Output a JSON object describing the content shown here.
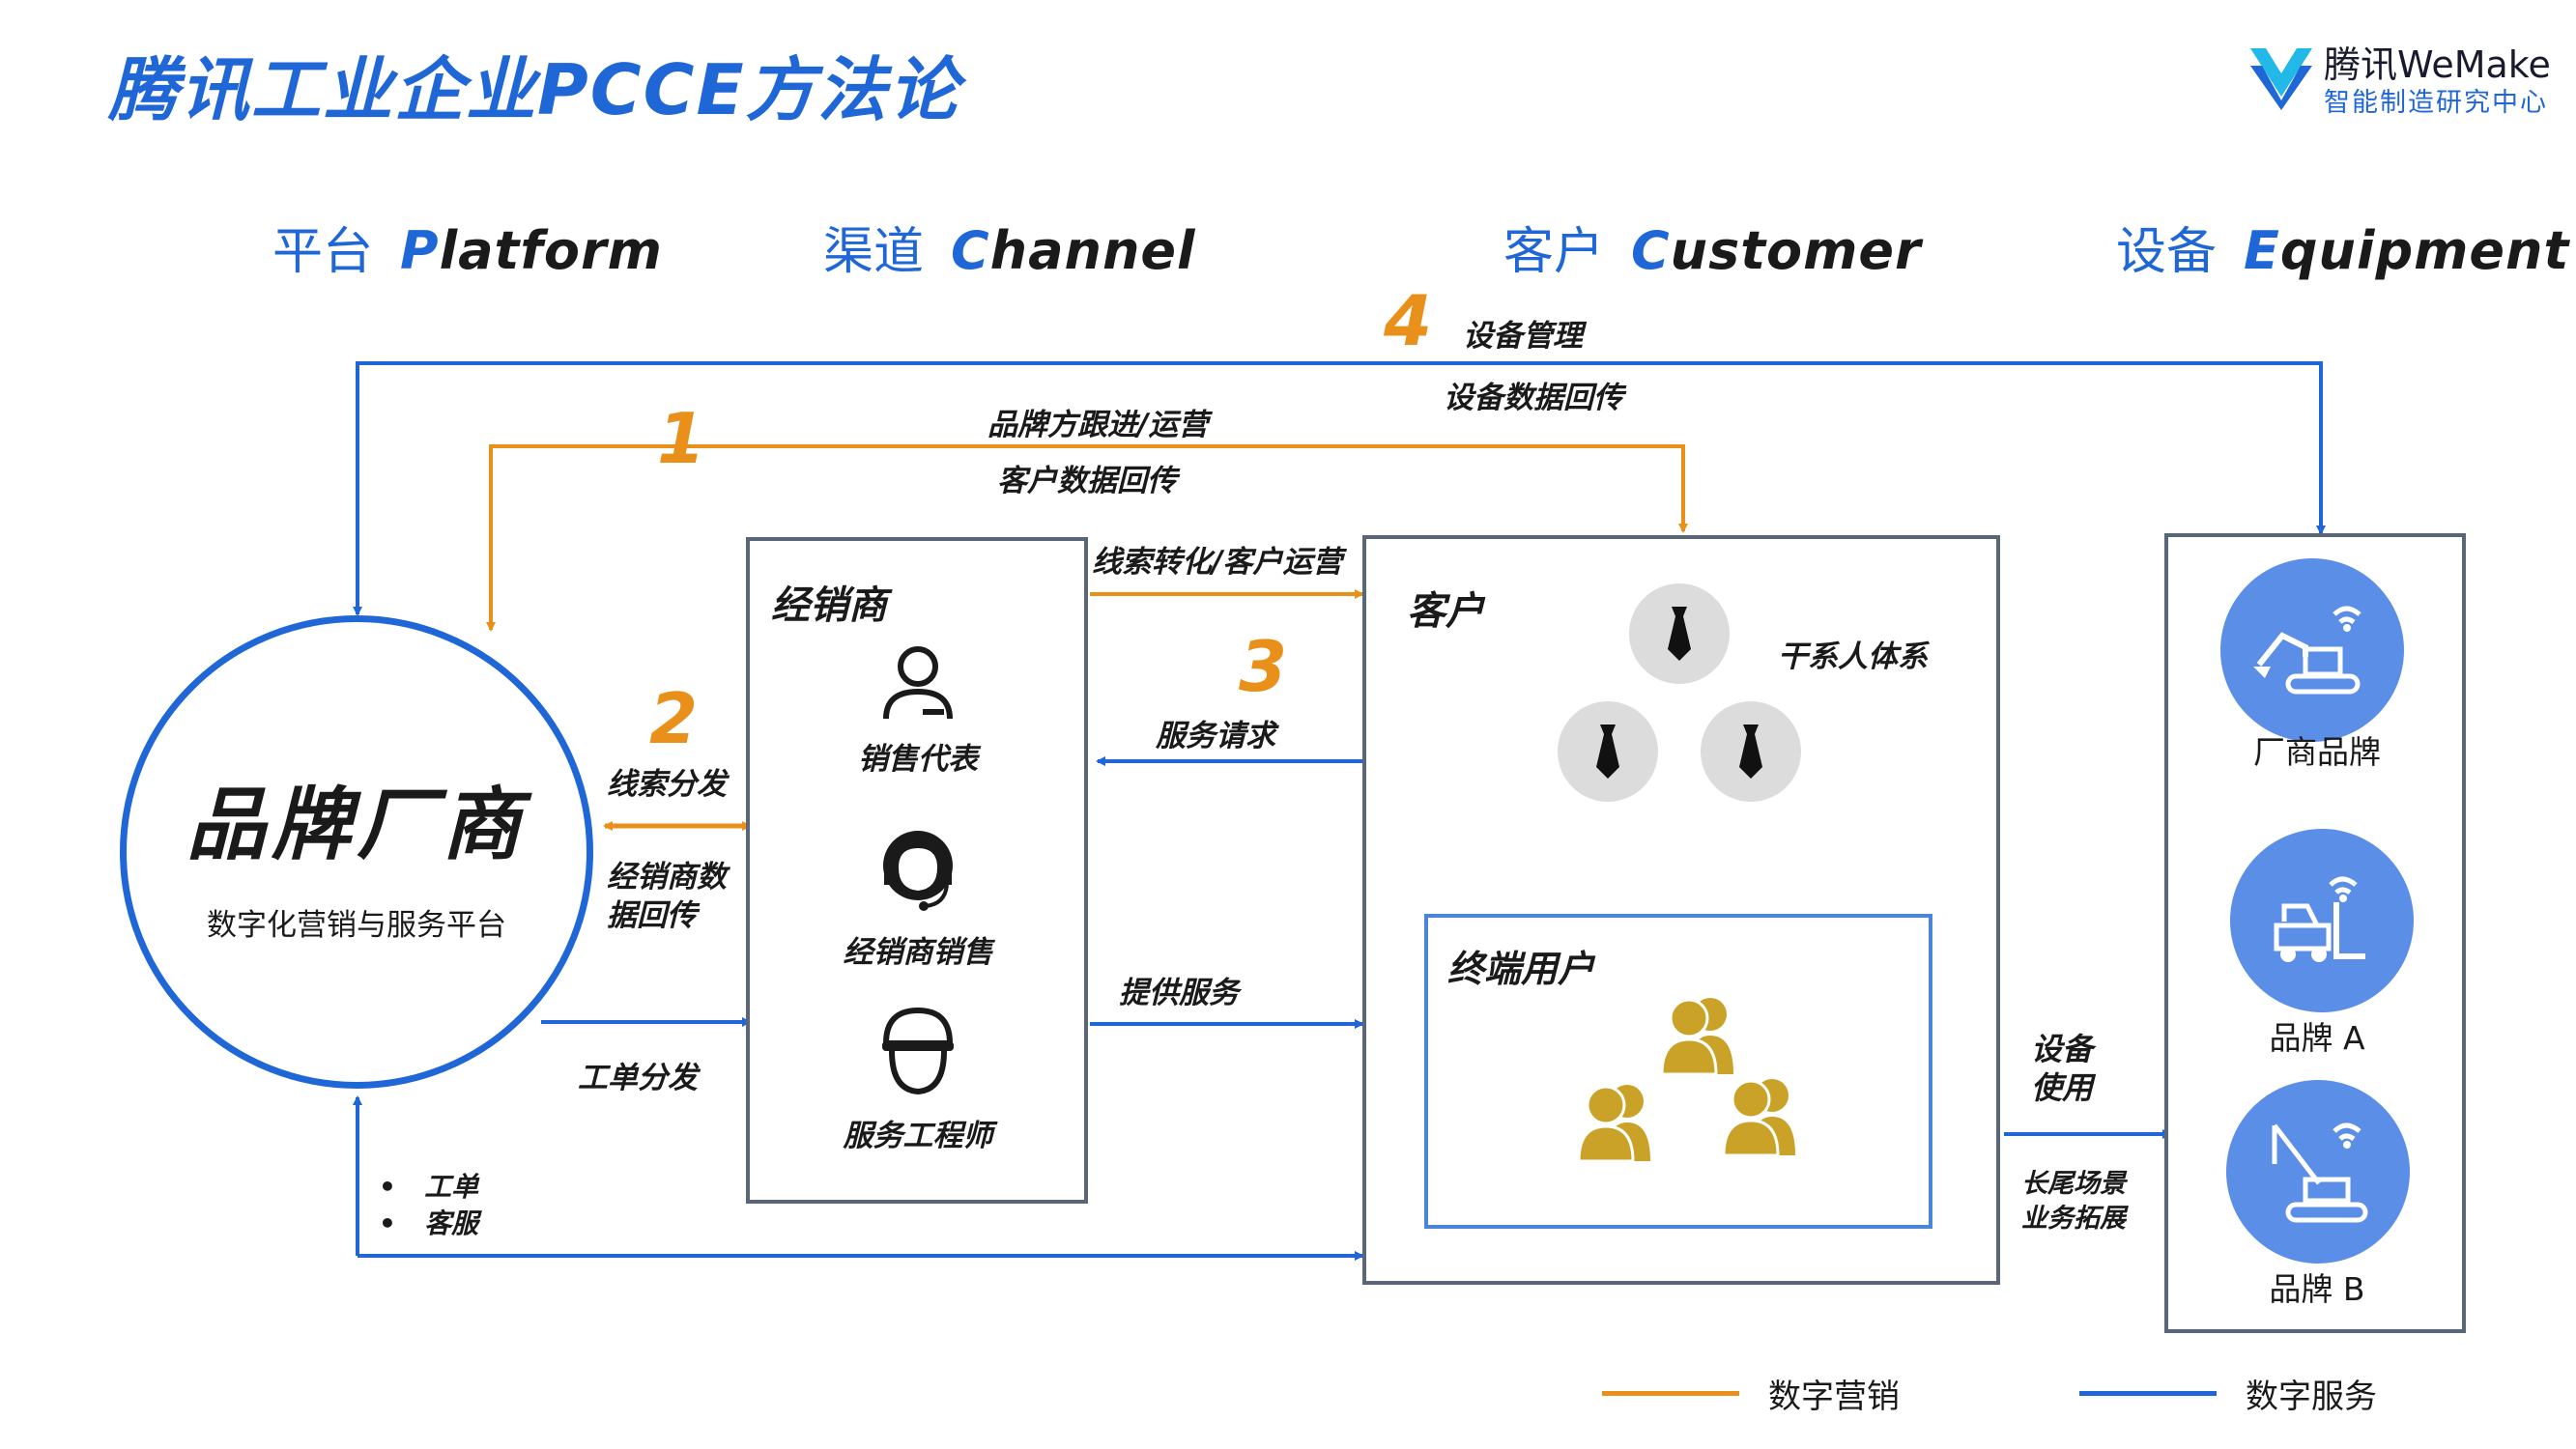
{
  "title": "腾讯工业企业PCCE方法论",
  "logo": {
    "name": "腾讯WeMake",
    "sub": "智能制造研究中心"
  },
  "columns": [
    {
      "cn": "平台",
      "initial": "P",
      "rest": "latform"
    },
    {
      "cn": "渠道",
      "initial": "C",
      "rest": "hannel"
    },
    {
      "cn": "客户",
      "initial": "C",
      "rest": "ustomer"
    },
    {
      "cn": "设备",
      "initial": "E",
      "rest": "quipment"
    }
  ],
  "brand": {
    "title": "品牌厂商",
    "subtitle": "数字化营销与服务平台"
  },
  "dealer": {
    "title": "经销商",
    "roles": [
      {
        "label": "销售代表",
        "icon": "person-icon"
      },
      {
        "label": "经销商销售",
        "icon": "headset-agent-icon"
      },
      {
        "label": "服务工程师",
        "icon": "engineer-cap-icon"
      }
    ]
  },
  "customer": {
    "title": "客户",
    "stakeholders": "干系人体系",
    "end_user": "终端用户"
  },
  "equipment": {
    "brands": [
      "厂商品牌",
      "品牌 A",
      "品牌 B"
    ]
  },
  "flows": {
    "n1": "1",
    "n1_top": "品牌方跟进/运营",
    "n1_bottom": "客户数据回传",
    "n2": "2",
    "n2_top": "线索分发",
    "n2_bottom": "经销商数据回传",
    "n3": "3",
    "n3_top": "线索转化/客户运营",
    "n3_bottom": "服务请求",
    "n4": "4",
    "n4_top": "设备管理",
    "n4_bottom": "设备数据回传",
    "work_order": "工单分发",
    "provide_service": "提供服务",
    "bullets": [
      "工单",
      "客服"
    ],
    "equip_use": "设备使用",
    "long_tail": "长尾场景业务拓展"
  },
  "legend": {
    "marketing": "数字营销",
    "service": "数字服务"
  },
  "colors": {
    "orange": "#e8901a",
    "blue": "#1f66d6",
    "gold": "#c9a227",
    "box_border": "#596677"
  }
}
